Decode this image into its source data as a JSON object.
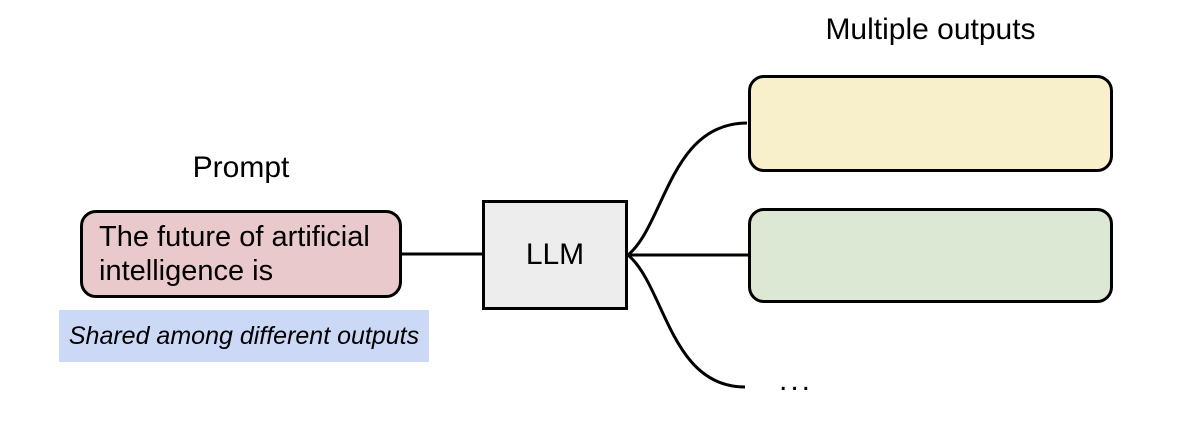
{
  "diagram": {
    "background": "#ffffff",
    "line_color": "#000000",
    "prompt": {
      "label": "Prompt",
      "text": "The future of artificial intelligence is",
      "lines": [
        "The future of artificial",
        "intelligence is"
      ],
      "fill": "#e9c9cb"
    },
    "caption": {
      "text": "Shared among different outputs",
      "fill": "#cbd8f6"
    },
    "llm": {
      "label": "LLM",
      "fill": "#ededed"
    },
    "outputs": {
      "label": "Multiple outputs",
      "boxes": [
        {
          "id": "output-1",
          "fill": "#f8f0cb"
        },
        {
          "id": "output-2",
          "fill": "#dce8d3"
        }
      ],
      "ellipsis": "..."
    }
  }
}
